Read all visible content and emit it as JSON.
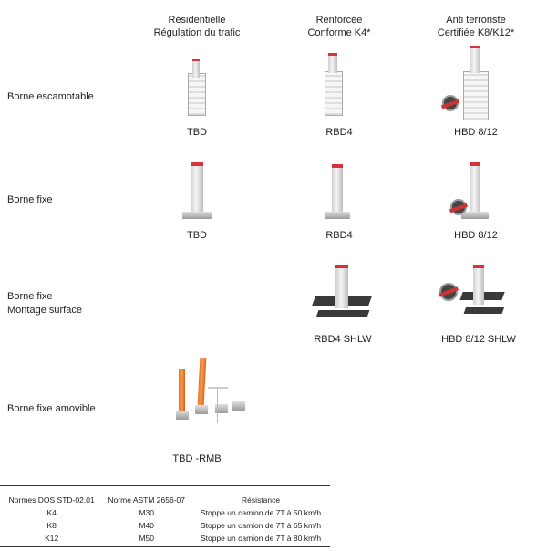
{
  "columns": [
    {
      "line1": "Résidentielle",
      "line2": "Régulation du trafic"
    },
    {
      "line1": "Renforcée",
      "line2": "Conforme K4*"
    },
    {
      "line1": "Anti terroriste",
      "line2": "Certifiée K8/K12*"
    }
  ],
  "rows": [
    {
      "label": "Borne escamotable",
      "products": [
        "TBD",
        "RBD4",
        "HBD 8/12"
      ]
    },
    {
      "label": "Borne fixe",
      "products": [
        "TBD",
        "RBD4",
        "HBD 8/12"
      ]
    },
    {
      "label_line1": "Borne fixe",
      "label_line2": "Montage surface",
      "products": [
        "RBD4 SHLW",
        "HBD 8/12 SHLW"
      ]
    },
    {
      "label": "Borne fixe amovible",
      "products": [
        "TBD -RMB"
      ]
    }
  ],
  "norms_table": {
    "headers": [
      "Normes DOS STD-02.01",
      "Norme ASTM 2656-07",
      "Résistance"
    ],
    "rows": [
      [
        "K4",
        "M30",
        "Stoppe un camion de 7T à 50 km/h"
      ],
      [
        "K8",
        "M40",
        "Stoppe un camion de 7T à 65 km/h"
      ],
      [
        "K12",
        "M50",
        "Stoppe un camion de 7T à 80 km/h"
      ]
    ]
  }
}
